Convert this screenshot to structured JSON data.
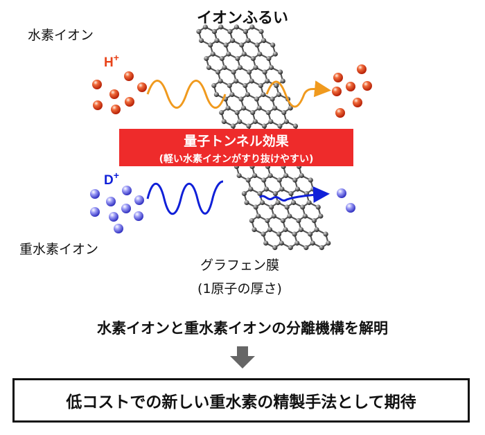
{
  "title": "イオンふるい",
  "labels": {
    "hydrogen_ion": "水素イオン",
    "deuterium_ion": "重水素イオン",
    "h_plus_base": "H",
    "d_plus_base": "D",
    "plus": "+"
  },
  "banner": {
    "line1": "量子トンネル効果",
    "line2": "(軽い水素イオンがすり抜けやすい)"
  },
  "membrane": {
    "name": "グラフェン膜",
    "note": "(1原子の厚さ)"
  },
  "summary": "水素イオンと重水素イオンの分離機構を解明",
  "conclusion": "低コストでの新しい重水素の精製手法として期待",
  "colors": {
    "hydrogen": "#e8441a",
    "hydrogen_wave": "#f09a1e",
    "deuterium": "#6a6ae8",
    "deuterium_wave": "#1020d8",
    "banner": "#ee2b2b",
    "graphene": "#555555"
  }
}
